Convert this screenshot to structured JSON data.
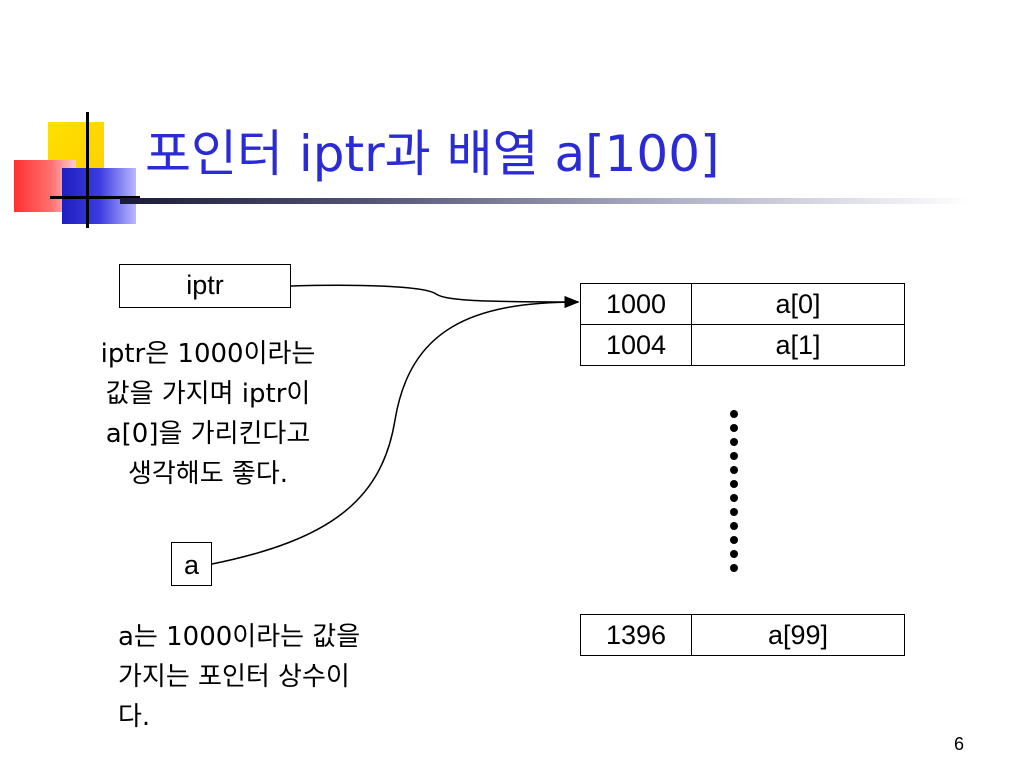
{
  "slide": {
    "title": "포인터 iptr과 배열 a[100]",
    "page_number": "6"
  },
  "boxes": {
    "iptr": "iptr",
    "a": "a"
  },
  "memory": {
    "rows": [
      {
        "address": "1000",
        "value": "a[0]"
      },
      {
        "address": "1004",
        "value": "a[1]"
      }
    ],
    "last_row": {
      "address": "1396",
      "value": "a[99]"
    }
  },
  "notes": {
    "iptr_lines": [
      "iptr은 1000이라는",
      "값을 가지며 iptr이",
      "a[0]을 가리킨다고",
      "생각해도 좋다."
    ],
    "a_lines": [
      "a는 1000이라는 값을",
      "가지는 포인터 상수이",
      "다."
    ]
  }
}
